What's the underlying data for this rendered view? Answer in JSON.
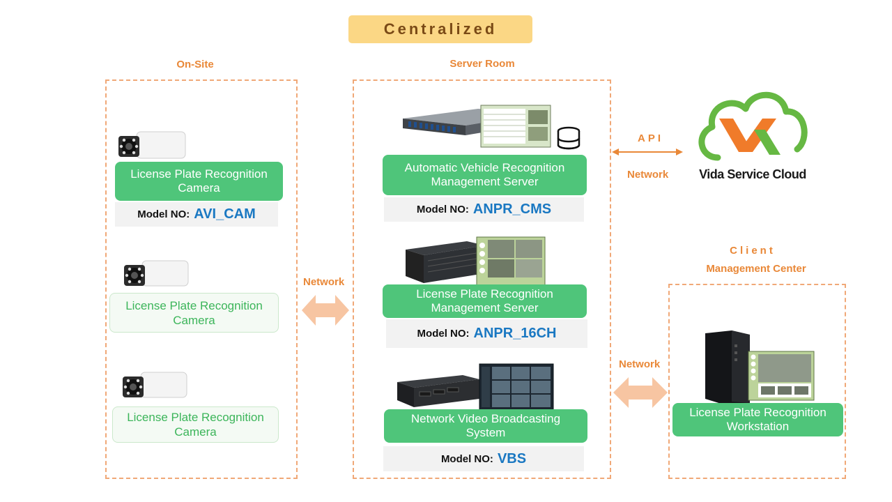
{
  "title": "Centralized",
  "sections": {
    "onsite": "On-Site",
    "server_room": "Server Room",
    "client_line1": "Client",
    "client_line2": "Management Center"
  },
  "onsite_cameras": [
    {
      "line1": "License Plate Recognition",
      "line2": "Camera",
      "model_key": "Model NO:",
      "model_value": "AVI_CAM"
    },
    {
      "line1": "License Plate Recognition",
      "line2": "Camera"
    },
    {
      "line1": "License Plate Recognition",
      "line2": "Camera"
    }
  ],
  "servers": [
    {
      "line1": "Automatic Vehicle Recognition",
      "line2": "Management Server",
      "model_key": "Model NO:",
      "model_value": "ANPR_CMS"
    },
    {
      "line1": "License Plate Recognition",
      "line2": "Management Server",
      "model_key": "Model NO:",
      "model_value": "ANPR_16CH"
    },
    {
      "line1": "Network Video Broadcasting",
      "line2": "System",
      "model_key": "Model NO:",
      "model_value": "VBS"
    }
  ],
  "client_workstation": {
    "line1": "License Plate Recognition",
    "line2": "Workstation"
  },
  "links": {
    "api": "API",
    "api_network": "Network",
    "onsite_network": "Network",
    "client_network": "Network"
  },
  "cloud": {
    "name": "Vida Service Cloud"
  },
  "colors": {
    "orange": "#e98838",
    "green": "#4fc57a",
    "blue": "#1a78c2",
    "badge": "#fbd785"
  }
}
